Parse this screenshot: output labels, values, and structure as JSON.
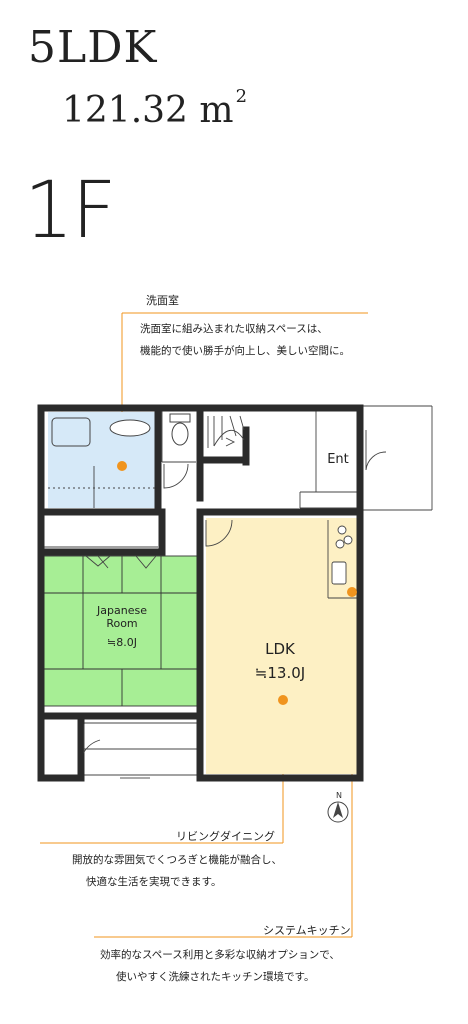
{
  "header": {
    "layout": "5LDK",
    "area_value": "121.32",
    "area_unit": "m",
    "area_sup": "2",
    "floor": "1F"
  },
  "callouts": {
    "washroom": {
      "title": "洗面室",
      "line1": "洗面室に組み込まれた収納スペースは、",
      "line2": "機能的で使い勝手が向上し、美しい空間に。"
    },
    "living": {
      "title": "リビングダイニング",
      "line1": "開放的な雰囲気でくつろぎと機能が融合し、",
      "line2": "快適な生活を実現できます。"
    },
    "kitchen": {
      "title": "システムキッチン",
      "line1": "効率的なスペース利用と多彩な収納オプションで、",
      "line2": "使いやすく洗練されたキッチン環境です。"
    }
  },
  "rooms": {
    "japanese_line1": "Japanese",
    "japanese_line2": "Room",
    "japanese_size": "≒8.0J",
    "ldk_name": "LDK",
    "ldk_size": "≒13.0J",
    "entrance": "Ent"
  },
  "compass": "N",
  "colors": {
    "accent": "#f0941e",
    "japanese_room": "#a7ee95",
    "ldk": "#fdf0c4",
    "wet_area": "#d6e9f8",
    "wall": "#2b2b2b"
  }
}
